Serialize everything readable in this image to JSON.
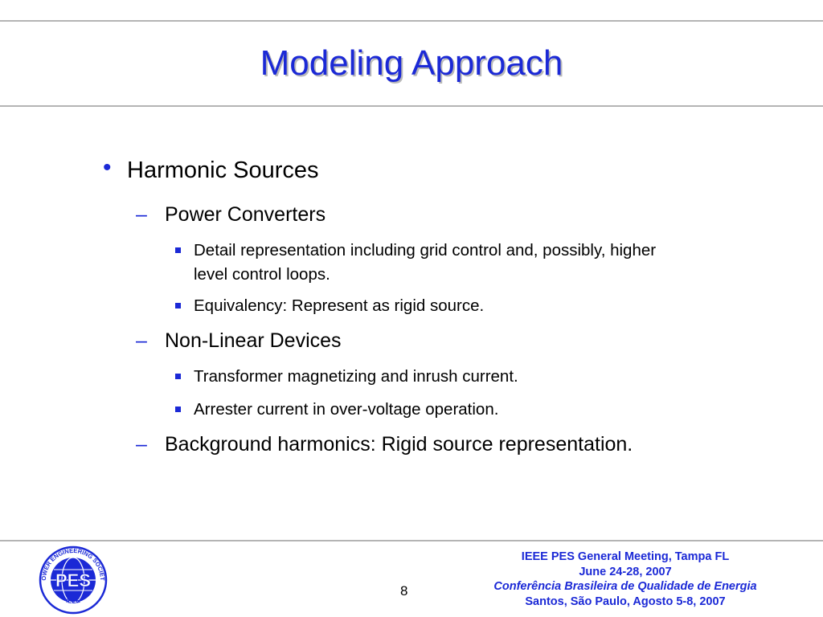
{
  "slide": {
    "title": "Modeling Approach",
    "bullet_l1": "Harmonic Sources",
    "items": [
      {
        "label": "Power Converters"
      },
      {
        "label": "Non-Linear Devices"
      },
      {
        "label": "Background harmonics: Rigid source representation."
      }
    ],
    "power_converter_details": [
      "Detail representation including grid control and, possibly, higher level control loops.",
      "Equivalency: Represent as rigid source."
    ],
    "nonlinear_details": [
      "Transformer magnetizing and inrush current.",
      "Arrester current in over-voltage operation."
    ]
  },
  "footer": {
    "page_number": "8",
    "logo": {
      "text_center": "PES",
      "text_ring_top": "POWER ENGINEERING SOCIETY",
      "text_ring_bottom": "IEEE"
    },
    "line1": "IEEE PES General Meeting, Tampa FL",
    "line2": "June 24-28, 2007",
    "line3": "Conferência Brasileira de Qualidade de Energia",
    "line4": "Santos, São Paulo,  Agosto 5-8, 2007"
  },
  "colors": {
    "accent": "#1b29d6",
    "rule": "#b4b4b4"
  }
}
